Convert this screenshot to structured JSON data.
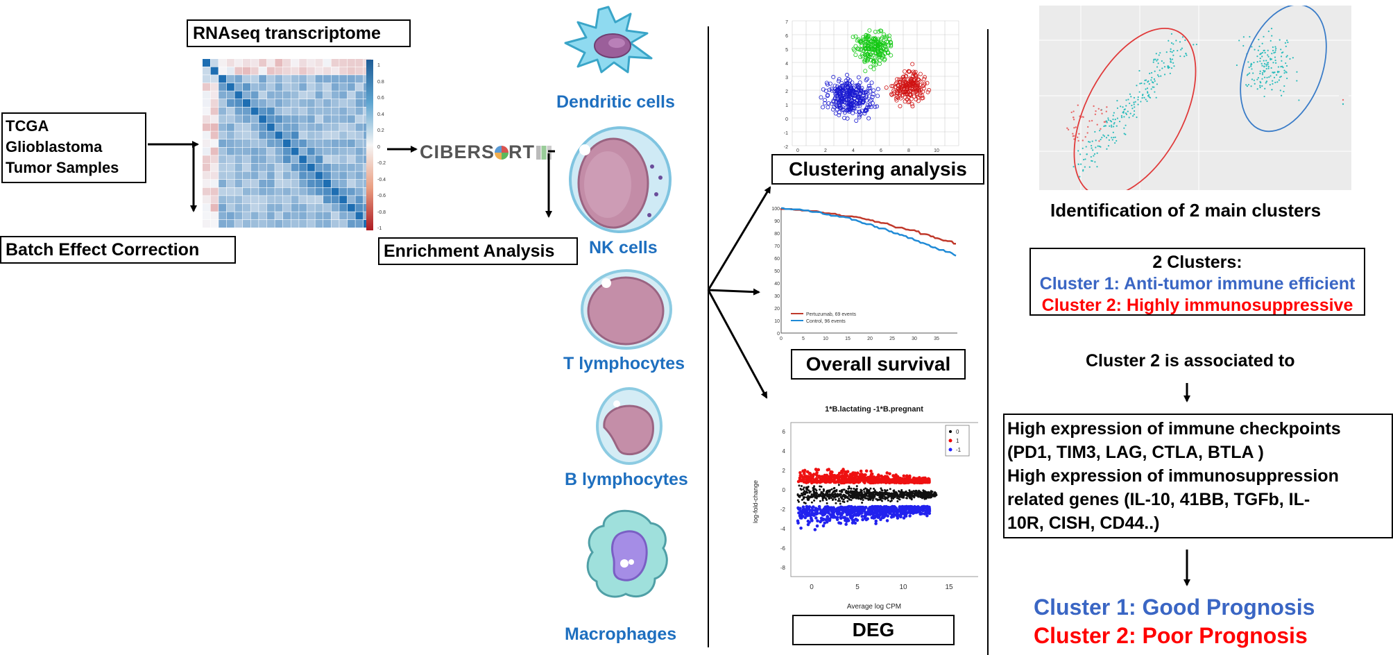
{
  "colors": {
    "blue_label": "#1e6fbf",
    "cluster1": "#3a66c4",
    "cluster2": "#ff0000",
    "heatmap_pos": "#1f6fb4",
    "heatmap_neg": "#c62828"
  },
  "input": {
    "lines": [
      "TCGA",
      "Glioblastoma",
      "Tumor Samples"
    ]
  },
  "rnaseq_title": "RNAseq transcriptome",
  "batch_label": "Batch Effect Correction",
  "heatmap_scale_ticks": [
    "1",
    "0.8",
    "0.6",
    "0.4",
    "0.2",
    "0",
    "-0.2",
    "-0.4",
    "-0.6",
    "-0.8",
    "-1"
  ],
  "cibersort_logo": [
    "CIBERS",
    "RT"
  ],
  "enrichment_label": "Enrichment Analysis",
  "cells": {
    "dendritic": "Dendritic cells",
    "nk": "NK cells",
    "t": "T lymphocytes",
    "b": "B lymphocytes",
    "macro": "Macrophages"
  },
  "analyses": {
    "clustering": "Clustering analysis",
    "survival": "Overall survival",
    "deg": "DEG"
  },
  "clustering_ticks": {
    "x": [
      "0",
      "2",
      "4",
      "6",
      "8",
      "10"
    ],
    "y": [
      "7",
      "6",
      "5",
      "4",
      "3",
      "2",
      "1",
      "0",
      "-1",
      "-2"
    ]
  },
  "survival_ticks": {
    "x": [
      "0",
      "5",
      "10",
      "15",
      "20",
      "25",
      "30",
      "35"
    ],
    "y": [
      "100",
      "90",
      "80",
      "70",
      "60",
      "50",
      "40",
      "30",
      "20",
      "10",
      "0"
    ],
    "legend": [
      "Pertuzumab, 69 events",
      "Control, 96 events"
    ]
  },
  "deg_plot": {
    "title": "1*B.lactating -1*B.pregnant",
    "xlabel": "Average log CPM",
    "ylabel": "log-fold-change",
    "x_ticks": [
      "0",
      "5",
      "10",
      "15"
    ],
    "y_ticks": [
      "6",
      "4",
      "2",
      "0",
      "-2",
      "-4",
      "-6",
      "-8"
    ],
    "legend": [
      "0",
      "1",
      "-1"
    ]
  },
  "right": {
    "identification": "Identification of 2 main clusters",
    "clusters_title": "2 Clusters:",
    "cluster1_desc": "Cluster 1: Anti-tumor immune efficient",
    "cluster2_desc": "Cluster 2: Highly immunosuppressive",
    "associated": "Cluster 2 is associated to",
    "assoc_lines": [
      "High expression of immune checkpoints",
      "(PD1, TIM3, LAG, CTLA, BTLA )",
      "High expression of immunosuppression",
      "related genes (IL-10, 41BB, TGFb, IL-",
      "10R, CISH, CD44..)"
    ],
    "prognosis1": "Cluster 1: Good Prognosis",
    "prognosis2": "Cluster 2: Poor  Prognosis"
  }
}
